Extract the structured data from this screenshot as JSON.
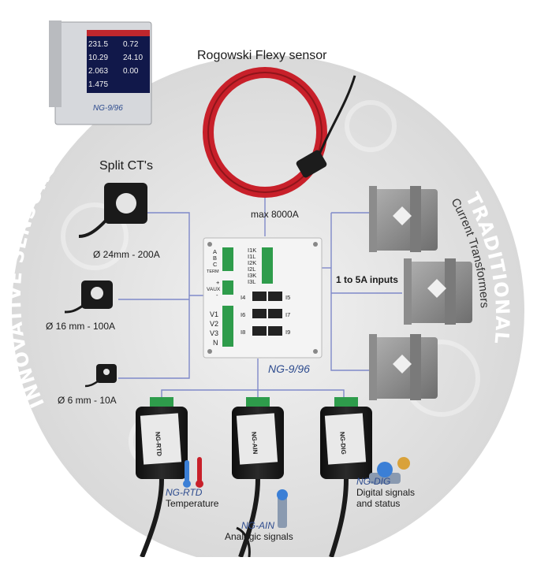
{
  "top_sensor": {
    "title": "Rogowski Flexy sensor",
    "max_label": "max 8000A"
  },
  "split_cts": {
    "title": "Split CT's",
    "items": [
      {
        "label": "Ø 24mm - 200A"
      },
      {
        "label": "Ø 16 mm - 100A"
      },
      {
        "label": "Ø 6 mm - 10A"
      }
    ]
  },
  "left_arc": {
    "label": "INNOVATIVE SENSORS"
  },
  "right_arc": {
    "label_main": "TRADITIONAL",
    "label_sub": "Current Transformers"
  },
  "inputs_label": "1 to 5A inputs",
  "display": {
    "values_left": [
      "231.5",
      "10.29",
      "2.063",
      "1.475"
    ],
    "values_right": [
      "0.72",
      "24.10",
      "0.00",
      ""
    ],
    "model": "NG-9/96"
  },
  "terminal": {
    "left_top": [
      "A",
      "B",
      "C",
      "TERM"
    ],
    "left_mid": [
      "+",
      "VAUX",
      "-"
    ],
    "left_bottom": [
      "V1",
      "V2",
      "V3",
      "N"
    ],
    "right_top": [
      "I1K",
      "I1L",
      "I2K",
      "I2L",
      "I3K",
      "I3L"
    ],
    "inner_left": [
      "I4",
      "I6",
      "I8"
    ],
    "inner_right": [
      "I5",
      "I7",
      "I9"
    ]
  },
  "main_model": "NG-9/96",
  "modules": [
    {
      "model": "NG-RTD",
      "desc": "Temperature",
      "box_text": "NG-RTD"
    },
    {
      "model": "NG-AIN",
      "desc": "Analogic signals",
      "box_text": "NG-AIN"
    },
    {
      "model": "NG-DIG",
      "desc": "Digital signals\nand status",
      "box_text": "NG-DIG"
    }
  ],
  "colors": {
    "line_blue": "#7f89c9",
    "circle_bg": "#e6e6e6",
    "rogowski_red": "#c8202a",
    "module_green": "#2e9c4b",
    "arc_text": "#ffffff"
  }
}
